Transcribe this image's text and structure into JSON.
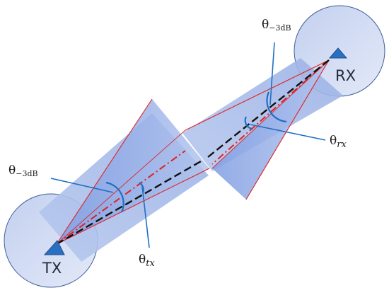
{
  "nodes": {
    "tx_label": "TX",
    "rx_label": "RX"
  },
  "labels": {
    "theta_symbol": "θ",
    "tx_beamwidth_sub": "−3dB",
    "rx_beamwidth_sub": "−3dB",
    "tx_angle_sub": "tx",
    "rx_angle_sub": "rx"
  },
  "colors": {
    "node_fill": "#d2dcf2",
    "beam_fill": "#a9bdea",
    "beam_dark": "#7e9be0",
    "triangle_marker": "#2a6fc2",
    "callout_line": "#1f6fc4",
    "boresight_line": "#111111",
    "misaligned_line": "#e02020",
    "beam_edge": "#e02020"
  }
}
